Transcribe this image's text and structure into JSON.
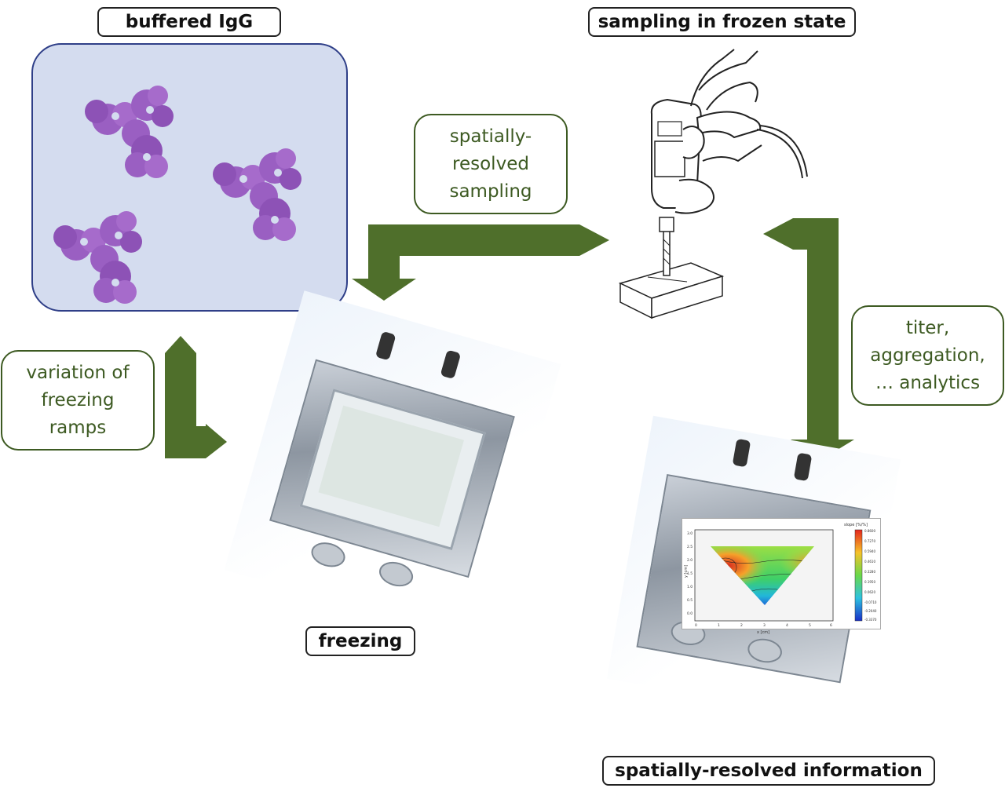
{
  "labels": {
    "buffered_igg": "buffered IgG",
    "sampling_frozen": "sampling in frozen state",
    "freezing": "freezing",
    "spatial_info": "spatially-resolved information"
  },
  "notes": {
    "spatial_sampling": [
      "spatially-",
      "resolved",
      "sampling"
    ],
    "variation": [
      "variation of",
      "freezing",
      "ramps"
    ],
    "titer": [
      "titer,",
      "aggregation,",
      "… analytics"
    ]
  },
  "colorbar": {
    "title": "slope [%/%]",
    "ticks": [
      "0.8600",
      "0.7270",
      "0.5940",
      "0.4610",
      "0.3280",
      "0.1950",
      "0.0620",
      "-0.0710",
      "-0.2040",
      "-0.3370"
    ]
  },
  "contour_axes": {
    "ylabel": "y [cm]",
    "xlabel": "x [cm]",
    "yticks": [
      "3.0",
      "2.5",
      "2.0",
      "1.5",
      "1.0",
      "0.5",
      "0.0"
    ],
    "xticks": [
      "0",
      "1",
      "2",
      "3",
      "4",
      "5",
      "6"
    ]
  },
  "colors": {
    "arrow_green": "#4f6f2b",
    "note_text": "#3d5a22",
    "panel_bg": "#d4dcef",
    "protein": "#9a5fc2"
  },
  "icons": [
    "antibody-molecule",
    "drill-in-hand",
    "freezing-container",
    "contour-plot"
  ]
}
